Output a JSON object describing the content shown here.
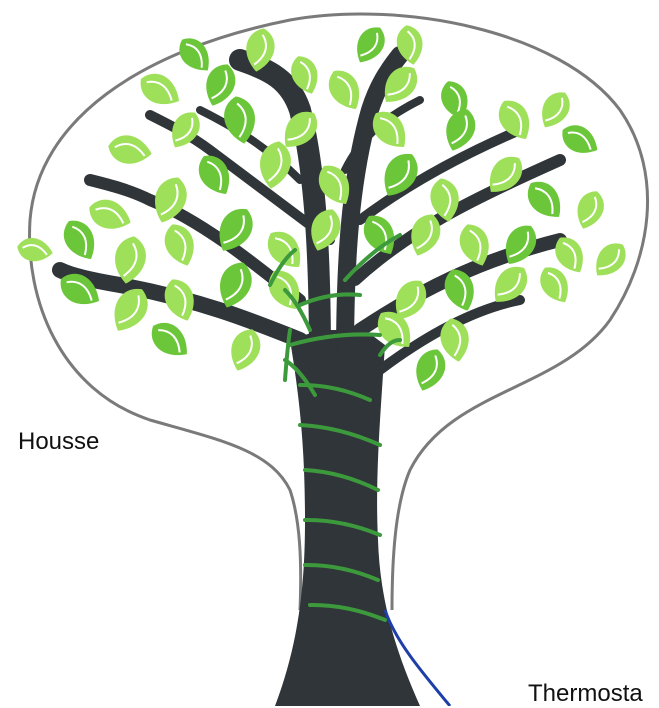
{
  "labels": {
    "housse": "Housse",
    "thermostat": "Thermosta"
  },
  "colors": {
    "background": "#ffffff",
    "cover_outline": "#7a7a7a",
    "trunk": "#2f3538",
    "leaf_light": "#9fe05a",
    "leaf_mid": "#6cc63a",
    "leaf_vein": "#ffffff",
    "heating_wire": "#3c9a3c",
    "thermostat_cable": "#1f3fa8"
  },
  "parts": [
    "cover-outline",
    "tree-trunk",
    "tree-branches",
    "leaves",
    "heating-wire",
    "thermostat-cable"
  ]
}
